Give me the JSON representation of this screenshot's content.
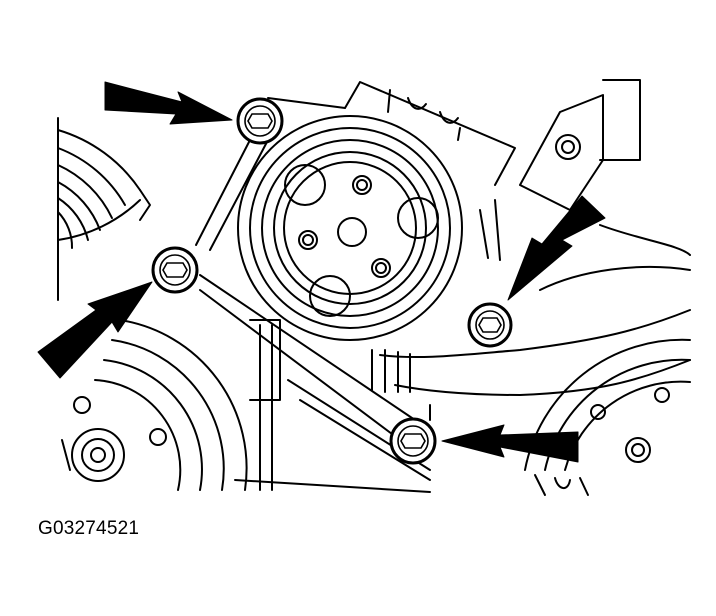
{
  "figure": {
    "id": "G03274521"
  },
  "arrows": [
    {
      "name": "arrow-top-left",
      "target": "bolt-upper-left"
    },
    {
      "name": "arrow-left",
      "target": "bolt-left"
    },
    {
      "name": "arrow-right",
      "target": "bolt-right"
    },
    {
      "name": "arrow-bottom-right",
      "target": "bolt-bottom"
    }
  ],
  "bolts": [
    "bolt-upper-left",
    "bolt-left",
    "bolt-right",
    "bolt-bottom"
  ],
  "colors": {
    "line": "#000000",
    "background": "#ffffff"
  }
}
